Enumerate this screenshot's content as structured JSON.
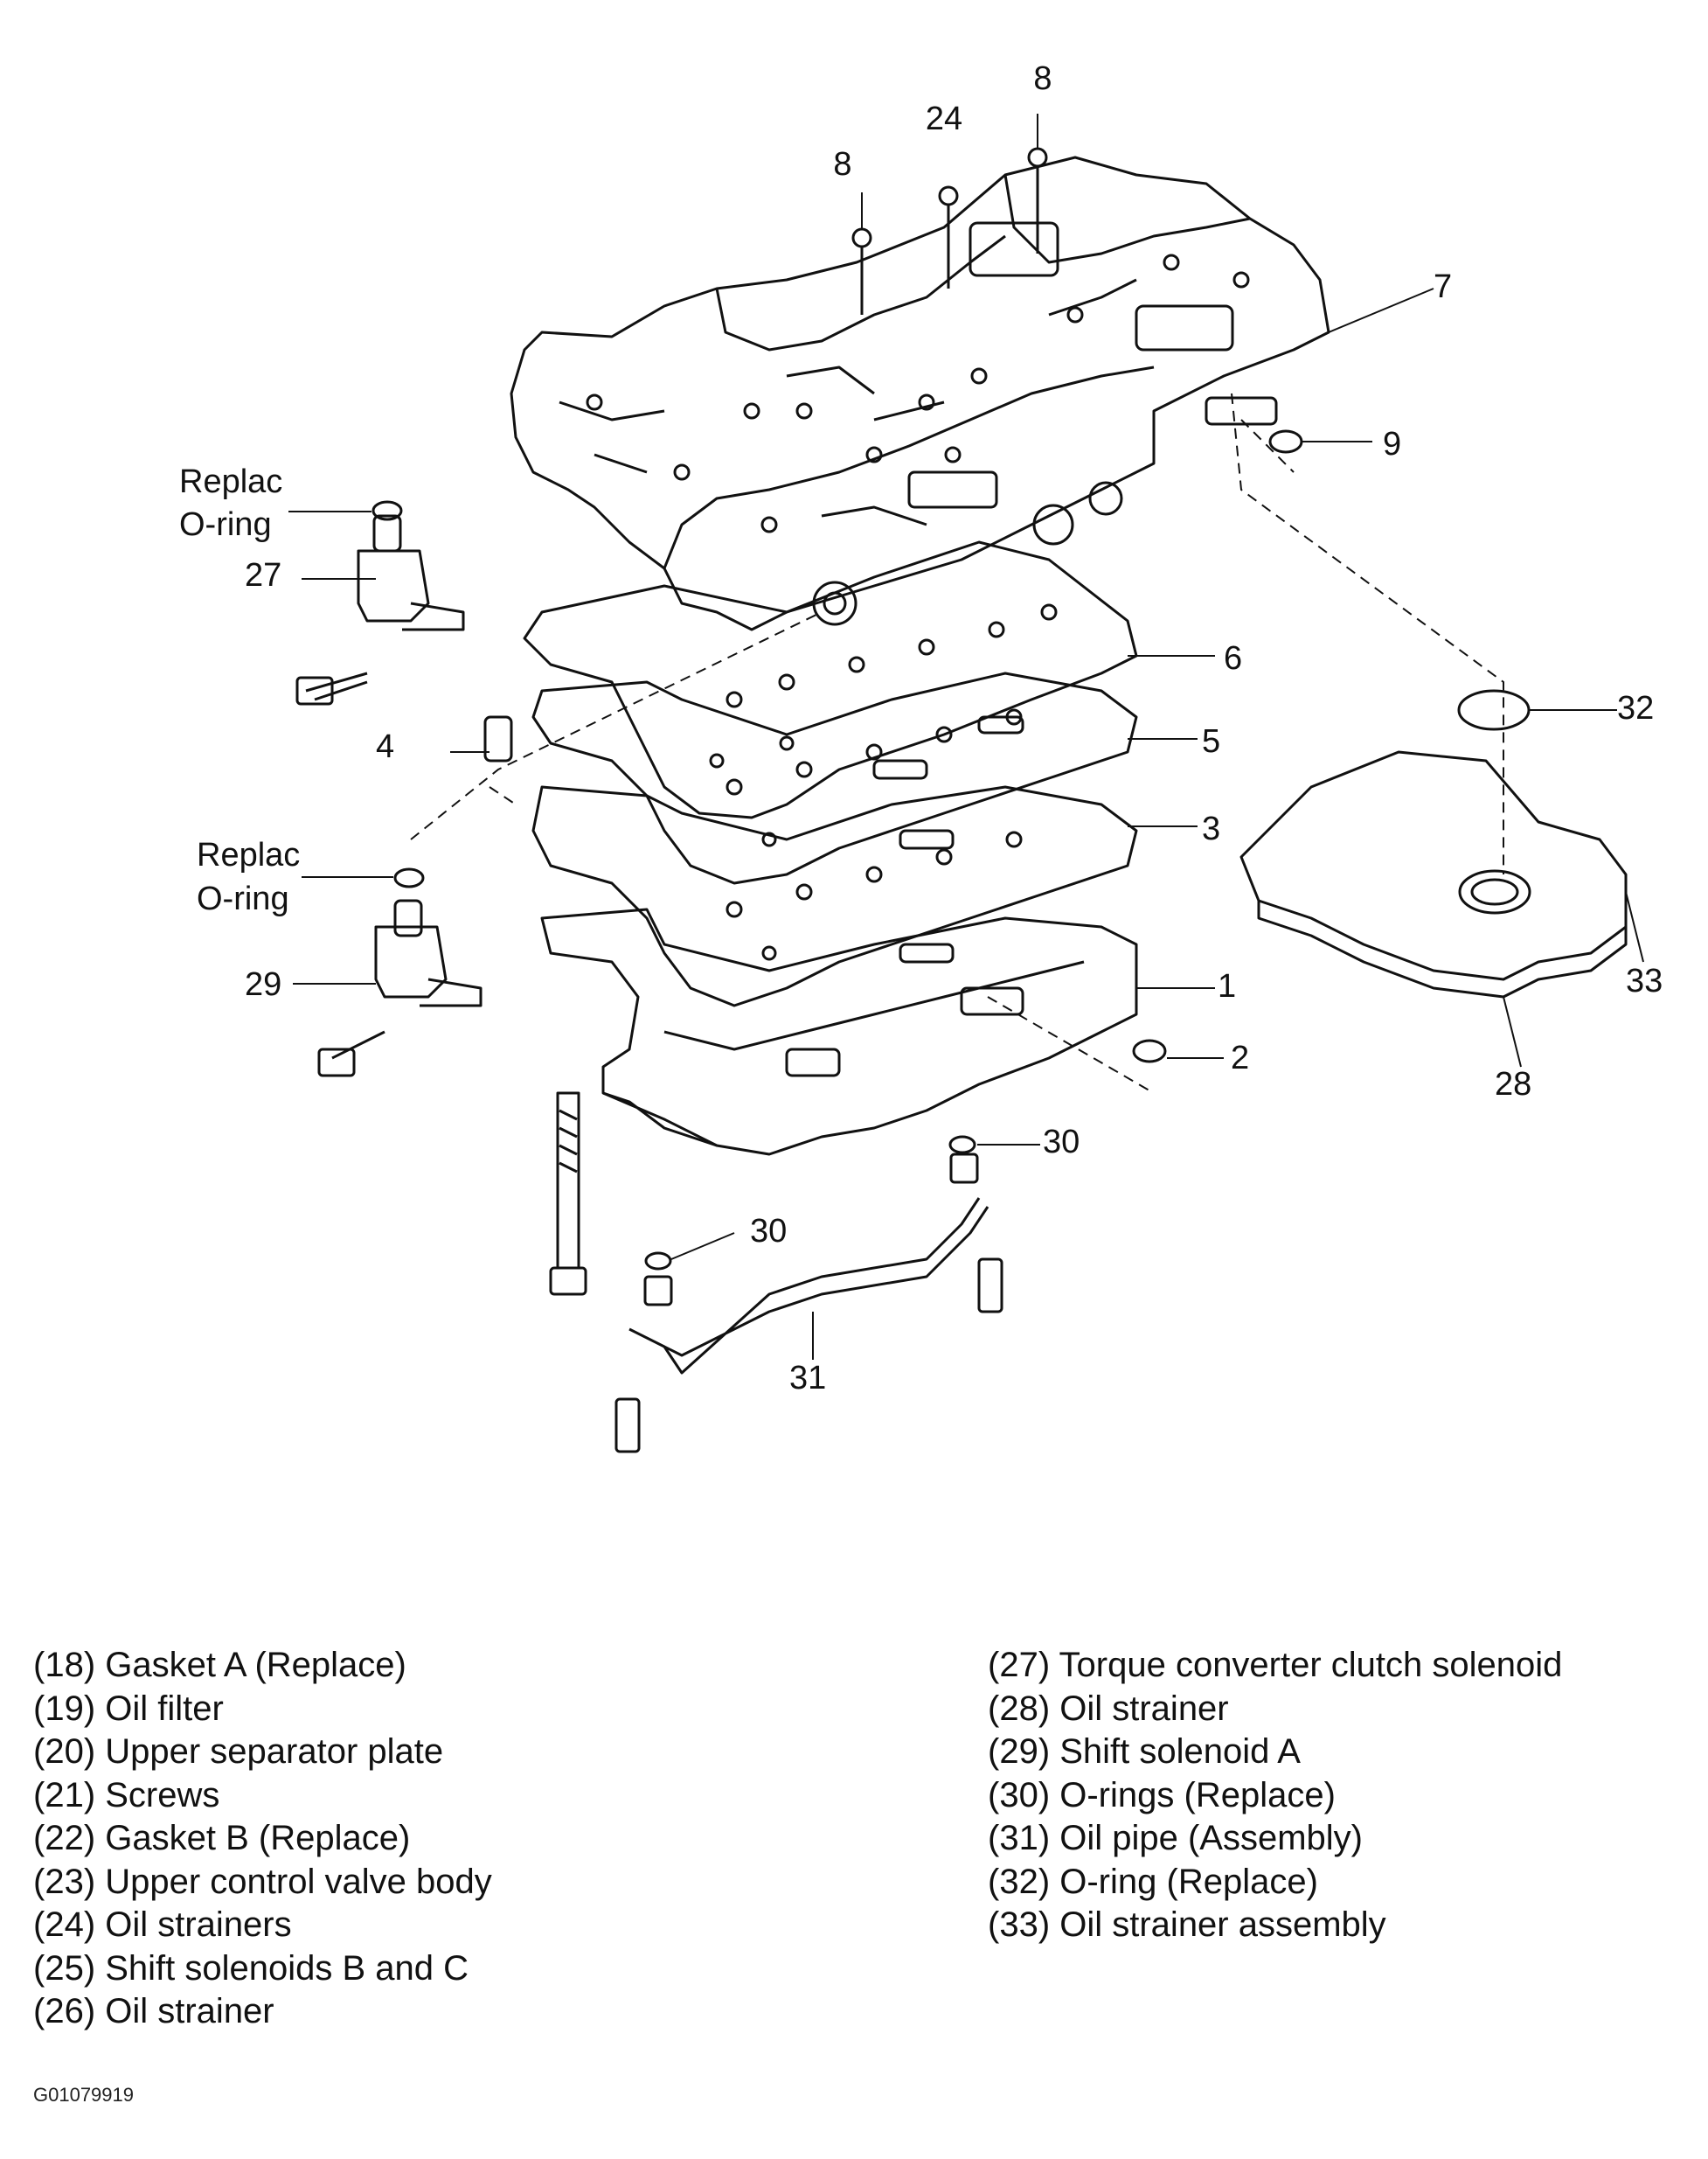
{
  "callouts": {
    "c8a": "8",
    "c8b": "8",
    "c24": "24",
    "c7": "7",
    "c9": "9",
    "replac1": "Replac",
    "oring1": "O-ring",
    "c27": "27",
    "c6": "6",
    "c5": "5",
    "c4": "4",
    "c3": "3",
    "c32": "32",
    "replac2": "Replac",
    "oring2": "O-ring",
    "c29": "29",
    "c1": "1",
    "c33": "33",
    "c2": "2",
    "c28": "28",
    "c30a": "30",
    "c30b": "30",
    "c31": "31"
  },
  "legend": {
    "left": [
      "(18) Gasket A (Replace)",
      "(19) Oil filter",
      "(20) Upper separator plate",
      "(21) Screws",
      "(22) Gasket B (Replace)",
      "(23) Upper control valve body",
      "(24) Oil strainers",
      "(25) Shift solenoids B and C",
      "(26) Oil strainer"
    ],
    "right": [
      "(27) Torque converter clutch solenoid",
      "(28) Oil strainer",
      "(29) Shift solenoid A",
      "(30) O-rings (Replace)",
      "(31) Oil pipe (Assembly)",
      "(32) O-ring (Replace)",
      "(33) Oil strainer assembly"
    ]
  },
  "figure_id": "G01079919"
}
